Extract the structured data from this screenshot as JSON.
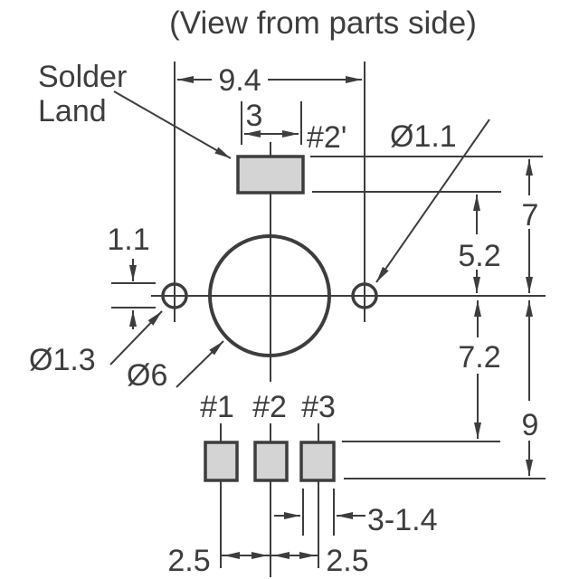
{
  "diagram": {
    "title": "(View from parts side)",
    "callouts": {
      "solder_land_line1": "Solder",
      "solder_land_line2": "Land",
      "dia_right_hole": "Ø1.1",
      "dia_left_hole": "Ø1.3",
      "dia_center_hole": "Ø6"
    },
    "pins": {
      "pin1": "#1",
      "pin2": "#2",
      "pin3": "#3",
      "pin2_top": "#2'"
    },
    "dimensions": {
      "horizontal_span": "9.4",
      "top_pad_width": "3",
      "top_pad_top_to_center": "7",
      "top_pad_bottom_to_center": "5.2",
      "side_hole_offset": "1.1",
      "center_to_bottom_pads_top": "7.2",
      "center_to_bottom_pads_bottom": "9",
      "pad_pitch_left": "2.5",
      "pad_pitch_right": "2.5",
      "bottom_pad_width_note": "3-1.4"
    },
    "colors": {
      "line": "#3d3d3d",
      "pad_fill": "#d4d4d4",
      "background": "#ffffff"
    }
  }
}
